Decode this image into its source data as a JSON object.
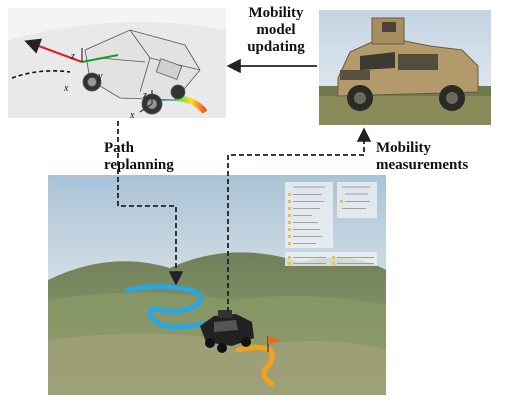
{
  "labels": {
    "mobility_update": "Mobility\nmodel\nupdating",
    "path_replanning": "Path\nreplanning",
    "mobility_measurements": "Mobility\nmeasurements"
  },
  "panels": {
    "sim_axes": {
      "x": "x",
      "y": "y",
      "z": "z"
    },
    "sim_brand": "PYCHRONO"
  },
  "colors": {
    "arrow": "#222222",
    "path_blue": "#2aa7e0",
    "path_orange": "#f3a21b",
    "axis_red": "#e02020",
    "axis_green": "#1a9a2a"
  }
}
